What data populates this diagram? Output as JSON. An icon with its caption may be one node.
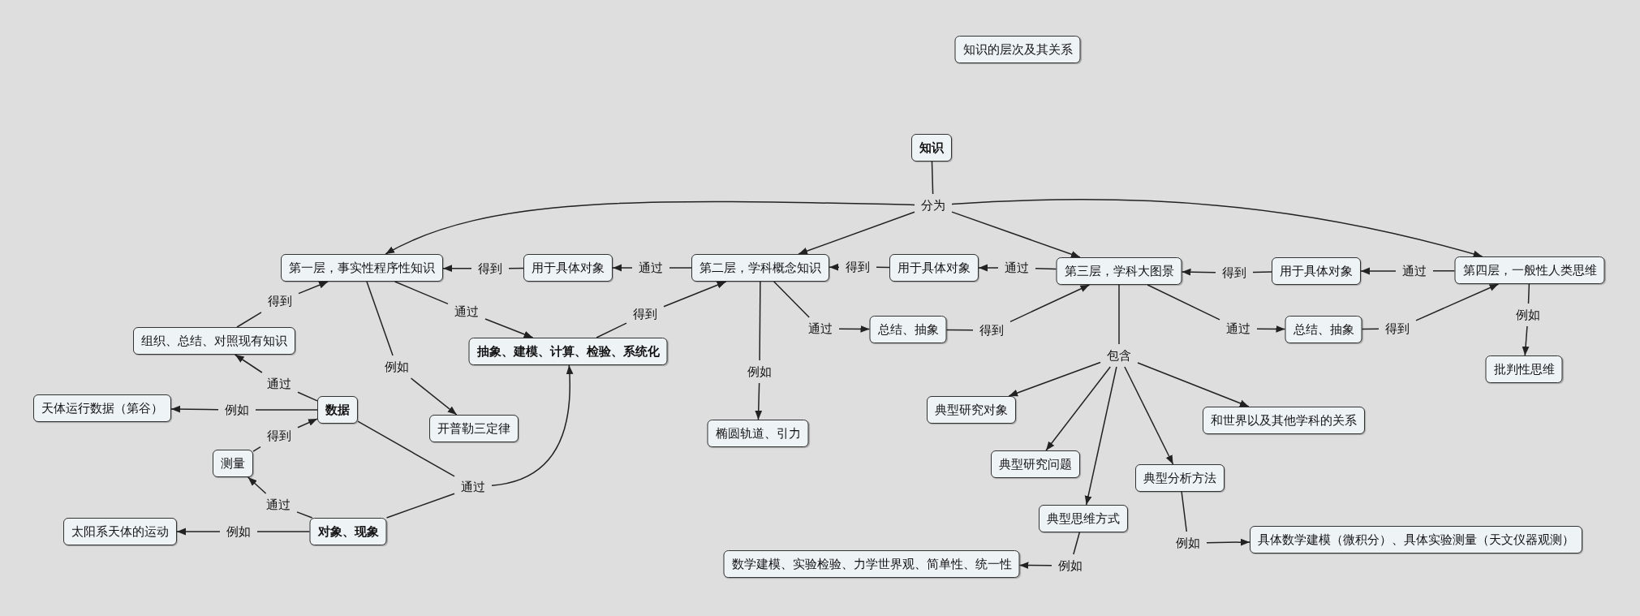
{
  "diagram": {
    "nodes": [
      {
        "text": [
          "知识的层次及其关系"
        ]
      },
      {
        "text": [
          "知识"
        ]
      },
      {
        "text": [
          "分为"
        ]
      },
      {
        "text": [
          "第一层，事实性程序性知识"
        ]
      },
      {
        "text": [
          "得到"
        ]
      },
      {
        "text": [
          "用于具体对象"
        ]
      },
      {
        "text": [
          "通过"
        ]
      },
      {
        "text": [
          "第二层，学科概念知识"
        ]
      },
      {
        "text": [
          "得到"
        ]
      },
      {
        "text": [
          "用于具体对象"
        ]
      },
      {
        "text": [
          "通过"
        ]
      },
      {
        "text": [
          "第三层，学科大图景"
        ]
      },
      {
        "text": [
          "得到"
        ]
      },
      {
        "text": [
          "用于具体对象"
        ]
      },
      {
        "text": [
          "通过"
        ]
      },
      {
        "text": [
          "第四层，一般性人类思维"
        ]
      },
      {
        "text": [
          "例如"
        ]
      },
      {
        "text": [
          "批判性思维"
        ]
      },
      {
        "text": [
          "通过"
        ]
      },
      {
        "text": [
          "总结、抽象"
        ]
      },
      {
        "text": [
          "得到"
        ]
      },
      {
        "text": [
          "通过"
        ]
      },
      {
        "text": [
          "总结、抽象"
        ]
      },
      {
        "text": [
          "得到"
        ]
      },
      {
        "text": [
          "包含"
        ]
      },
      {
        "text": [
          "典型研究对象"
        ]
      },
      {
        "text": [
          "典型研究问题"
        ]
      },
      {
        "text": [
          "典型分析方法"
        ]
      },
      {
        "text": [
          "和世界以及其他学科的关系"
        ]
      },
      {
        "text": [
          "典型思维方式"
        ]
      },
      {
        "text": [
          "例如"
        ]
      },
      {
        "text": [
          "数学建模、实验检验、力学世界观、简单性、统一性"
        ]
      },
      {
        "text": [
          "例如"
        ]
      },
      {
        "text": [
          "具体数学建模（微积分）、具体实验测量（天文仪器观测）"
        ]
      },
      {
        "text": [
          "例如"
        ]
      },
      {
        "text": [
          "椭圆轨道、引力"
        ]
      },
      {
        "text": [
          "通过"
        ]
      },
      {
        "text": [
          "抽象、建模、计算、检验、系统化"
        ]
      },
      {
        "text": [
          "得到"
        ]
      },
      {
        "text": [
          "例如"
        ]
      },
      {
        "text": [
          "开普勒三定律"
        ]
      },
      {
        "text": [
          "得到"
        ]
      },
      {
        "text": [
          "组织、总结、对照现有知识"
        ]
      },
      {
        "text": [
          "通过"
        ]
      },
      {
        "text": [
          "数据"
        ]
      },
      {
        "text": [
          "例如"
        ]
      },
      {
        "text": [
          "天体运行数据（第谷）"
        ]
      },
      {
        "text": [
          "得到"
        ]
      },
      {
        "text": [
          "测量"
        ]
      },
      {
        "text": [
          "通过"
        ]
      },
      {
        "text": [
          "对象、现象"
        ]
      },
      {
        "text": [
          "例如"
        ]
      },
      {
        "text": [
          "太阳系天体的运动"
        ]
      },
      {
        "text": [
          "通过"
        ]
      }
    ],
    "edges": [
      {
        "from": 1,
        "to": 2,
        "arrow": "none"
      },
      {
        "from": 2,
        "to": 3,
        "arrow": "to"
      },
      {
        "from": 2,
        "to": 7,
        "arrow": "to"
      },
      {
        "from": 2,
        "to": 11,
        "arrow": "to"
      },
      {
        "from": 2,
        "to": 15,
        "arrow": "to"
      },
      {
        "from": 15,
        "to": 14,
        "arrow": "none"
      },
      {
        "from": 14,
        "to": 13,
        "arrow": "to"
      },
      {
        "from": 13,
        "to": 12,
        "arrow": "none"
      },
      {
        "from": 12,
        "to": 11,
        "arrow": "to"
      },
      {
        "from": 11,
        "to": 10,
        "arrow": "none"
      },
      {
        "from": 10,
        "to": 9,
        "arrow": "to"
      },
      {
        "from": 9,
        "to": 8,
        "arrow": "none"
      },
      {
        "from": 8,
        "to": 7,
        "arrow": "to"
      },
      {
        "from": 7,
        "to": 6,
        "arrow": "none"
      },
      {
        "from": 6,
        "to": 5,
        "arrow": "to"
      },
      {
        "from": 5,
        "to": 4,
        "arrow": "none"
      },
      {
        "from": 4,
        "to": 3,
        "arrow": "to"
      },
      {
        "from": 15,
        "to": 16,
        "arrow": "none"
      },
      {
        "from": 16,
        "to": 17,
        "arrow": "to"
      },
      {
        "from": 11,
        "to": 18,
        "arrow": "none"
      },
      {
        "from": 18,
        "to": 19,
        "arrow": "to"
      },
      {
        "from": 19,
        "to": 20,
        "arrow": "none"
      },
      {
        "from": 20,
        "to": 15,
        "arrow": "to"
      },
      {
        "from": 7,
        "to": 21,
        "arrow": "none"
      },
      {
        "from": 21,
        "to": 22,
        "arrow": "to"
      },
      {
        "from": 22,
        "to": 23,
        "arrow": "none"
      },
      {
        "from": 23,
        "to": 11,
        "arrow": "to"
      },
      {
        "from": 11,
        "to": 24,
        "arrow": "none"
      },
      {
        "from": 24,
        "to": 25,
        "arrow": "to"
      },
      {
        "from": 24,
        "to": 26,
        "arrow": "to"
      },
      {
        "from": 24,
        "to": 29,
        "arrow": "to"
      },
      {
        "from": 24,
        "to": 27,
        "arrow": "to"
      },
      {
        "from": 24,
        "to": 28,
        "arrow": "to"
      },
      {
        "from": 29,
        "to": 30,
        "arrow": "none"
      },
      {
        "from": 30,
        "to": 31,
        "arrow": "to"
      },
      {
        "from": 27,
        "to": 32,
        "arrow": "none"
      },
      {
        "from": 32,
        "to": 33,
        "arrow": "to"
      },
      {
        "from": 7,
        "to": 34,
        "arrow": "none"
      },
      {
        "from": 34,
        "to": 35,
        "arrow": "to"
      },
      {
        "from": 3,
        "to": 36,
        "arrow": "none"
      },
      {
        "from": 36,
        "to": 37,
        "arrow": "to"
      },
      {
        "from": 37,
        "to": 38,
        "arrow": "none"
      },
      {
        "from": 38,
        "to": 7,
        "arrow": "to"
      },
      {
        "from": 3,
        "to": 39,
        "arrow": "none"
      },
      {
        "from": 39,
        "to": 40,
        "arrow": "to"
      },
      {
        "from": 42,
        "to": 41,
        "arrow": "none"
      },
      {
        "from": 41,
        "to": 3,
        "arrow": "to"
      },
      {
        "from": 44,
        "to": 43,
        "arrow": "none"
      },
      {
        "from": 43,
        "to": 42,
        "arrow": "to"
      },
      {
        "from": 44,
        "to": 45,
        "arrow": "none"
      },
      {
        "from": 45,
        "to": 46,
        "arrow": "to"
      },
      {
        "from": 48,
        "to": 47,
        "arrow": "none"
      },
      {
        "from": 47,
        "to": 44,
        "arrow": "to"
      },
      {
        "from": 50,
        "to": 49,
        "arrow": "none"
      },
      {
        "from": 49,
        "to": 48,
        "arrow": "to"
      },
      {
        "from": 50,
        "to": 51,
        "arrow": "none"
      },
      {
        "from": 51,
        "to": 52,
        "arrow": "to"
      },
      {
        "from": 44,
        "to": 53,
        "arrow": "none"
      },
      {
        "from": 50,
        "to": 53,
        "arrow": "none"
      },
      {
        "from": 53,
        "to": 37,
        "arrow": "to"
      }
    ]
  }
}
